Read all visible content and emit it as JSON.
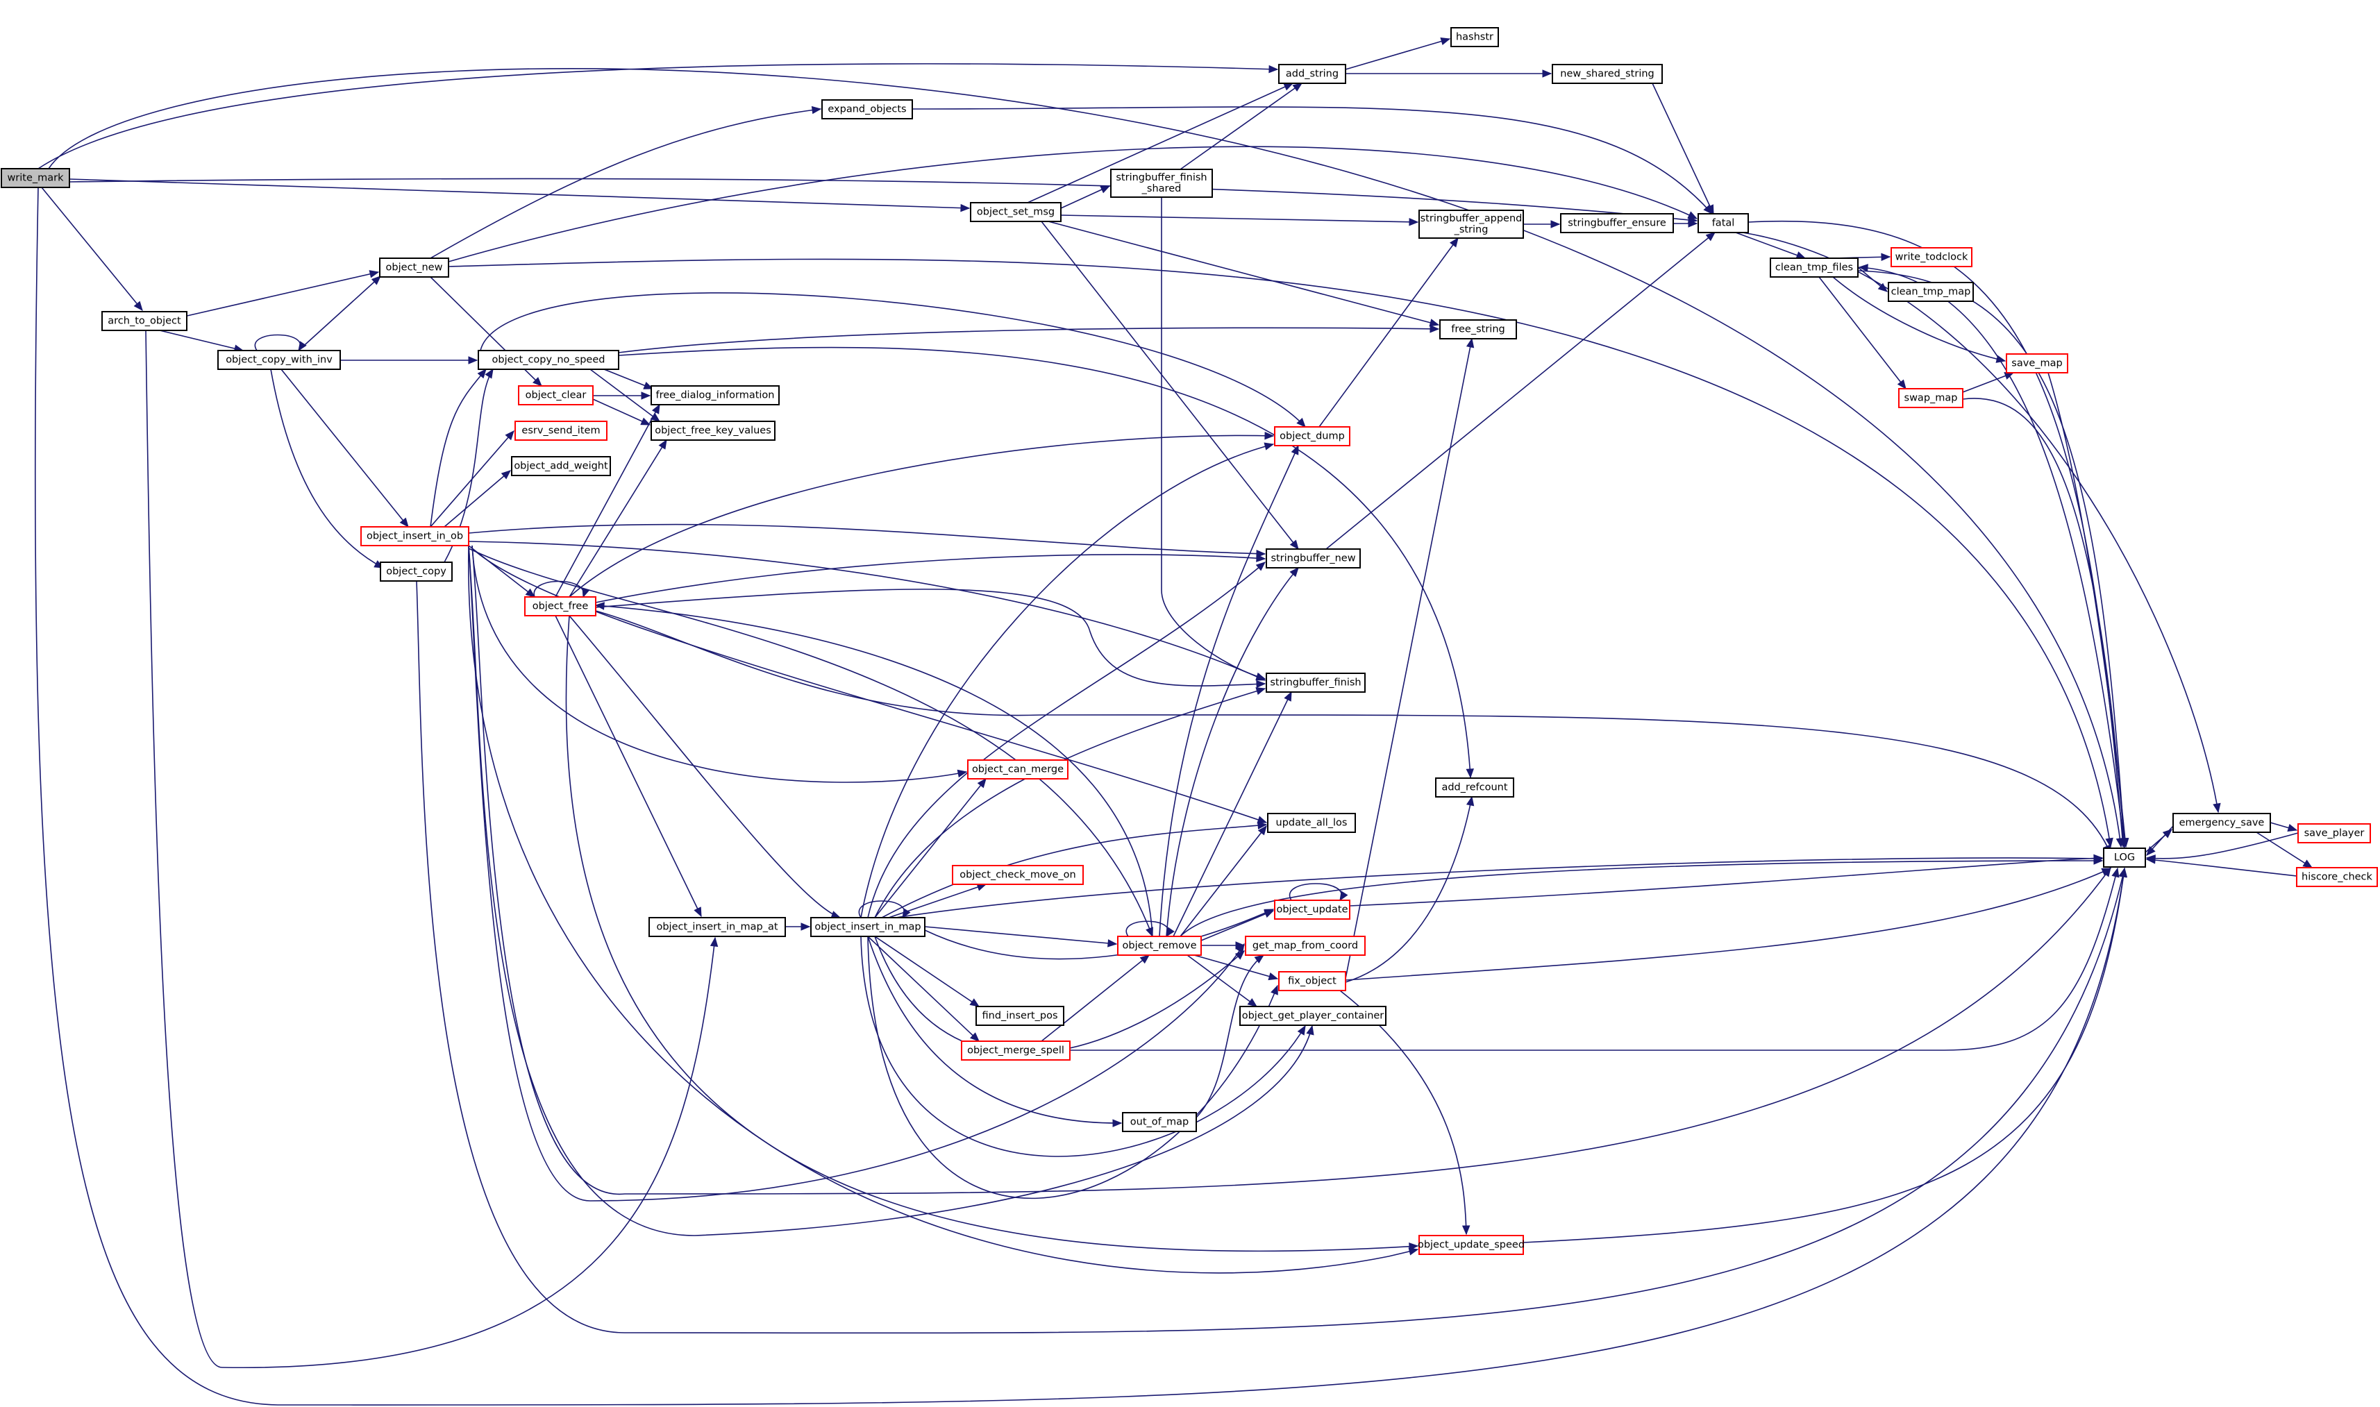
{
  "graph": {
    "kind": "call-graph",
    "colors": {
      "edge": "#191970",
      "node_border_normal": "#000000",
      "node_border_truncated": "#ff0000",
      "root_fill": "#bfbfbf",
      "node_fill": "#ffffff"
    },
    "nodes": [
      {
        "id": "write_mark",
        "label": "write_mark",
        "style": "root"
      },
      {
        "id": "arch_to_object",
        "label": "arch_to_object",
        "style": "normal"
      },
      {
        "id": "object_copy_with_inv",
        "label": "object_copy_with_inv",
        "style": "normal"
      },
      {
        "id": "object_new",
        "label": "object_new",
        "style": "normal"
      },
      {
        "id": "object_copy_no_speed",
        "label": "object_copy_no_speed",
        "style": "normal"
      },
      {
        "id": "object_clear",
        "label": "object_clear",
        "style": "truncated"
      },
      {
        "id": "esrv_send_item",
        "label": "esrv_send_item",
        "style": "truncated"
      },
      {
        "id": "object_add_weight",
        "label": "object_add_weight",
        "style": "normal"
      },
      {
        "id": "object_insert_in_ob",
        "label": "object_insert_in_ob",
        "style": "truncated"
      },
      {
        "id": "object_copy",
        "label": "object_copy",
        "style": "normal"
      },
      {
        "id": "object_free",
        "label": "object_free",
        "style": "truncated"
      },
      {
        "id": "free_dialog_information",
        "label": "free_dialog_information",
        "style": "normal"
      },
      {
        "id": "object_free_key_values",
        "label": "object_free_key_values",
        "style": "normal"
      },
      {
        "id": "expand_objects",
        "label": "expand_objects",
        "style": "normal"
      },
      {
        "id": "add_string",
        "label": "add_string",
        "style": "normal"
      },
      {
        "id": "hashstr",
        "label": "hashstr",
        "style": "normal"
      },
      {
        "id": "new_shared_string",
        "label": "new_shared_string",
        "style": "normal"
      },
      {
        "id": "object_set_msg",
        "label": "object_set_msg",
        "style": "normal"
      },
      {
        "id": "stringbuffer_finish_shared",
        "label": "stringbuffer_finish\n_shared",
        "style": "normal"
      },
      {
        "id": "stringbuffer_append_string",
        "label": "stringbuffer_append\n_string",
        "style": "normal"
      },
      {
        "id": "stringbuffer_ensure",
        "label": "stringbuffer_ensure",
        "style": "normal"
      },
      {
        "id": "fatal",
        "label": "fatal",
        "style": "normal"
      },
      {
        "id": "free_string",
        "label": "free_string",
        "style": "normal"
      },
      {
        "id": "object_dump",
        "label": "object_dump",
        "style": "truncated"
      },
      {
        "id": "stringbuffer_new",
        "label": "stringbuffer_new",
        "style": "normal"
      },
      {
        "id": "stringbuffer_finish",
        "label": "stringbuffer_finish",
        "style": "normal"
      },
      {
        "id": "add_refcount",
        "label": "add_refcount",
        "style": "normal"
      },
      {
        "id": "object_can_merge",
        "label": "object_can_merge",
        "style": "truncated"
      },
      {
        "id": "update_all_los",
        "label": "update_all_los",
        "style": "normal"
      },
      {
        "id": "object_check_move_on",
        "label": "object_check_move_on",
        "style": "truncated"
      },
      {
        "id": "object_insert_in_map_at",
        "label": "object_insert_in_map_at",
        "style": "normal"
      },
      {
        "id": "object_insert_in_map",
        "label": "object_insert_in_map",
        "style": "normal"
      },
      {
        "id": "object_remove",
        "label": "object_remove",
        "style": "truncated"
      },
      {
        "id": "object_update",
        "label": "object_update",
        "style": "truncated"
      },
      {
        "id": "get_map_from_coord",
        "label": "get_map_from_coord",
        "style": "truncated"
      },
      {
        "id": "fix_object",
        "label": "fix_object",
        "style": "truncated"
      },
      {
        "id": "object_get_player_container",
        "label": "object_get_player_container",
        "style": "normal"
      },
      {
        "id": "find_insert_pos",
        "label": "find_insert_pos",
        "style": "normal"
      },
      {
        "id": "object_merge_spell",
        "label": "object_merge_spell",
        "style": "truncated"
      },
      {
        "id": "out_of_map",
        "label": "out_of_map",
        "style": "normal"
      },
      {
        "id": "object_update_speed",
        "label": "object_update_speed",
        "style": "truncated"
      },
      {
        "id": "clean_tmp_files",
        "label": "clean_tmp_files",
        "style": "normal"
      },
      {
        "id": "write_todclock",
        "label": "write_todclock",
        "style": "truncated"
      },
      {
        "id": "clean_tmp_map",
        "label": "clean_tmp_map",
        "style": "normal"
      },
      {
        "id": "save_map",
        "label": "save_map",
        "style": "truncated"
      },
      {
        "id": "swap_map",
        "label": "swap_map",
        "style": "truncated"
      },
      {
        "id": "LOG",
        "label": "LOG",
        "style": "normal"
      },
      {
        "id": "emergency_save",
        "label": "emergency_save",
        "style": "normal"
      },
      {
        "id": "save_player",
        "label": "save_player",
        "style": "truncated"
      },
      {
        "id": "hiscore_check",
        "label": "hiscore_check",
        "style": "truncated"
      }
    ]
  }
}
